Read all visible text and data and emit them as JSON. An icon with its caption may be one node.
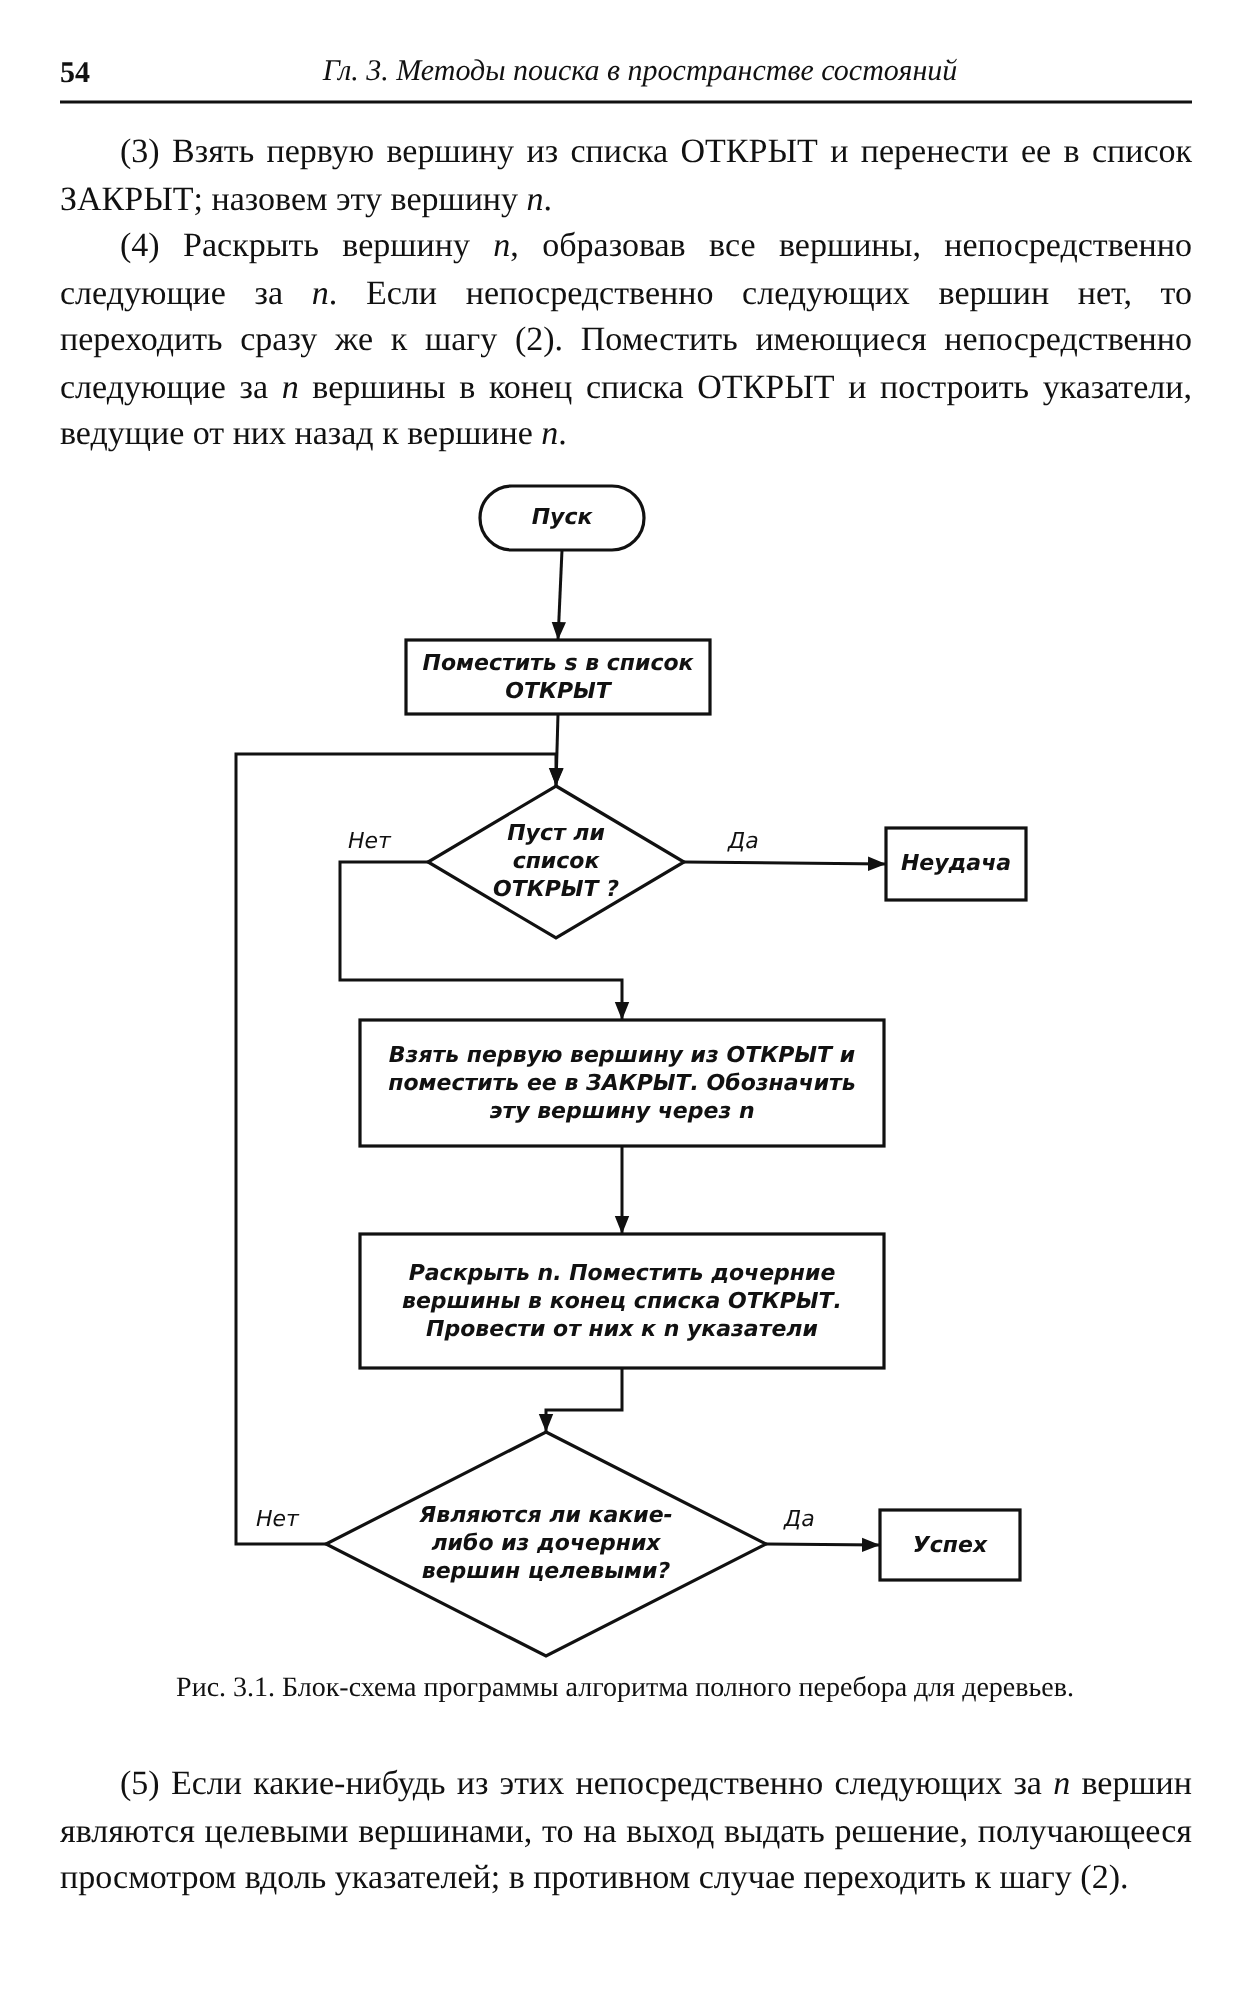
{
  "diagram": {
    "caption": "Рис. 3.1. Блок-схема программы алгоритма полного перебора для деревьев.",
    "nodes": [
      {
        "text": [
          "Пуск"
        ]
      },
      {
        "text": [
          "Поместить s в список ОТКРЫТ"
        ]
      },
      {
        "text": [
          "Пуст ли список ОТКРЫТ ?"
        ]
      },
      {
        "text": [
          "Неудача"
        ]
      },
      {
        "text": [
          "Взять первую вершину из ОТКРЫТ и поместить ее в ЗАКРЫТ. Обозначить эту вершину через n"
        ]
      },
      {
        "text": [
          "Раскрыть n. Поместить дочерние вершины в конец списка ОТКРЫТ. Провести от них к n указатели"
        ]
      },
      {
        "text": [
          "Являются ли какие-либо из дочерних вершин целевыми?"
        ]
      },
      {
        "text": [
          "Успех"
        ]
      }
    ],
    "edges": [
      {
        "from": 0,
        "to": 1,
        "arrow": "to"
      },
      {
        "from": 1,
        "to": 2,
        "arrow": "to"
      },
      {
        "from": 2,
        "to": 3,
        "arrow": "to",
        "label": "Да"
      },
      {
        "from": 2,
        "to": 4,
        "arrow": "to",
        "label": "Нет"
      },
      {
        "from": 4,
        "to": 5,
        "arrow": "to"
      },
      {
        "from": 5,
        "to": 6,
        "arrow": "to"
      },
      {
        "from": 6,
        "to": 7,
        "arrow": "to",
        "label": "Да"
      },
      {
        "from": 6,
        "to": 2,
        "arrow": "to",
        "label": "Нет"
      }
    ],
    "labels": [
      "54",
      "Гл. 3. Методы поиска в пространстве состояний",
      "(3) Взять первую вершину из списка ОТКРЫТ и перенести ее в список ЗАКРЫТ; назовем эту вершину *n*.",
      "(4) Раскрыть вершину *n*, образовав все вершины, непосредственно следующие за *n*. Если непосредственно следующих вершин нет, то переходить сразу же к шагу (2). Поместить имеющиеся непосредственно следующие за *n* вершины в конец списка ОТКРЫТ и построить указатели, ведущие от них назад к вершине *n*.",
      "(5) Если какие-нибудь из этих непосредственно следующих за *n* вершин являются целевыми вершинами, то на выход выдать решение, получающееся просмотром вдоль указателей; в противном случае переходить к шагу (2)."
    ]
  }
}
